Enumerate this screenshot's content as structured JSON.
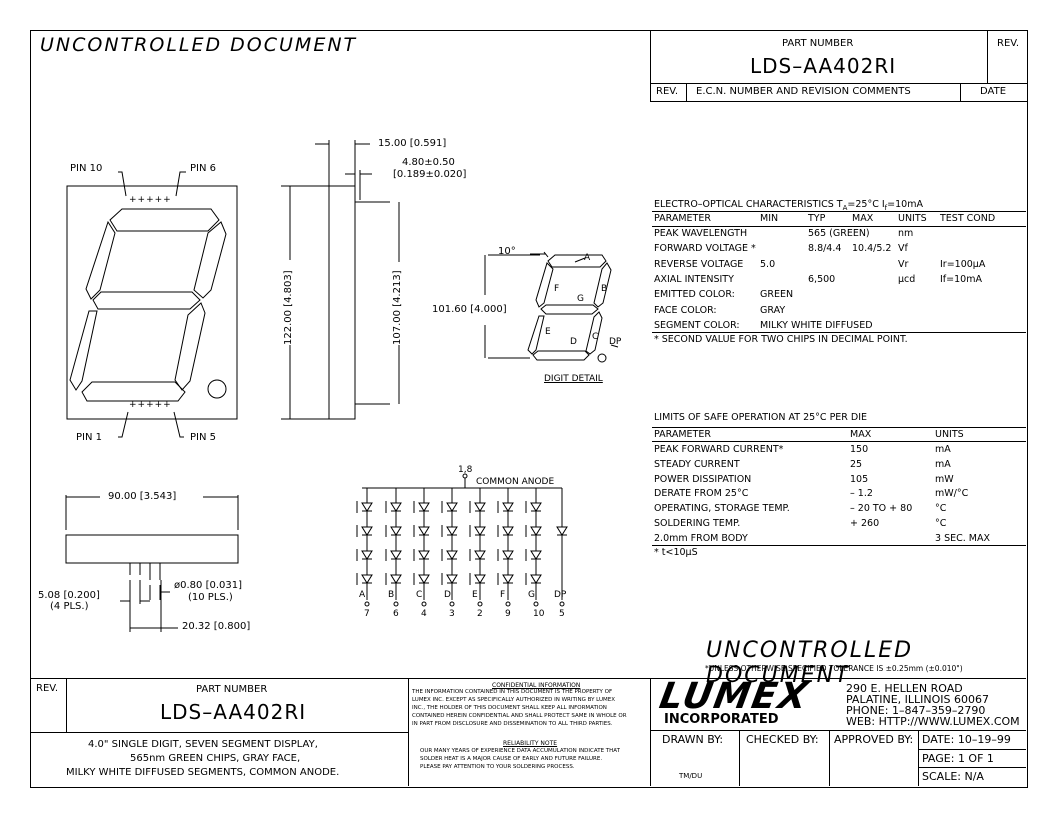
{
  "header": {
    "watermark": "UNCONTROLLED DOCUMENT",
    "part_number_label": "PART NUMBER",
    "part_number": "LDS–AA402RI",
    "rev_label": "REV.",
    "ecn_rev": "REV.",
    "ecn_comments": "E.C.N. NUMBER AND REVISION COMMENTS",
    "ecn_date": "DATE"
  },
  "front": {
    "pin10": "PIN 10",
    "pin6": "PIN 6",
    "pin1": "PIN 1",
    "pin5": "PIN 5"
  },
  "dims": {
    "d1": "15.00 [0.591]",
    "d2": "4.80±0.50",
    "d3": "[0.189±0.020]",
    "d4": "122.00 [4.803]",
    "d5": "107.00 [4.213]",
    "d6": "101.60 [4.000]",
    "d7": "10°",
    "d8": "90.00 [3.543]",
    "d9": "5.08 [0.200]",
    "d10": "(4 PLS.)",
    "d11": "ø0.80 [0.031]",
    "d12": "(10 PLS.)",
    "d13": "20.32 [0.800]"
  },
  "digit": {
    "title": "DIGIT DETAIL",
    "seg": [
      "A",
      "B",
      "C",
      "D",
      "E",
      "F",
      "G",
      "DP"
    ]
  },
  "circuit": {
    "anode_pin": "1,8",
    "anode_label": "COMMON ANODE",
    "labels": [
      "A",
      "B",
      "C",
      "D",
      "E",
      "F",
      "G",
      "DP"
    ],
    "pins": [
      "7",
      "6",
      "4",
      "3",
      "2",
      "9",
      "10",
      "5"
    ]
  },
  "eo": {
    "title": "ELECTRO–OPTICAL CHARACTERISTICS T",
    "title_sub": "A",
    "title_rest": "=25°C     I",
    "title_sub2": "f",
    "title_rest2": "=10mA",
    "headers": [
      "PARAMETER",
      "MIN",
      "TYP",
      "MAX",
      "UNITS",
      "TEST COND"
    ],
    "rows": [
      [
        "PEAK WAVELENGTH",
        "",
        "565 (GREEN)",
        "",
        "nm",
        ""
      ],
      [
        "FORWARD VOLTAGE *",
        "",
        "8.8/4.4",
        "10.4/5.2",
        "Vf",
        ""
      ],
      [
        "REVERSE VOLTAGE",
        "5.0",
        "",
        "",
        "Vr",
        "Ir=100µA"
      ],
      [
        "AXIAL INTENSITY",
        "",
        "6,500",
        "",
        "µcd",
        "If=10mA"
      ],
      [
        "EMITTED COLOR:",
        "GREEN",
        "",
        "",
        "",
        ""
      ],
      [
        "FACE COLOR:",
        "GRAY",
        "",
        "",
        "",
        ""
      ],
      [
        "SEGMENT COLOR:",
        "MILKY WHITE DIFFUSED",
        "",
        "",
        "",
        ""
      ]
    ],
    "note": "* SECOND VALUE FOR TWO CHIPS IN DECIMAL POINT."
  },
  "limits": {
    "title": "LIMITS OF SAFE OPERATION AT 25°C  PER DIE",
    "headers": [
      "PARAMETER",
      "MAX",
      "UNITS"
    ],
    "rows": [
      [
        "PEAK FORWARD CURRENT*",
        "150",
        "mA"
      ],
      [
        "STEADY CURRENT",
        "25",
        "mA"
      ],
      [
        "POWER DISSIPATION",
        "105",
        "mW"
      ],
      [
        "DERATE FROM 25°C",
        "– 1.2",
        "mW/°C"
      ],
      [
        "OPERATING, STORAGE TEMP.",
        "– 20 TO + 80",
        "°C"
      ],
      [
        "SOLDERING TEMP.",
        "+ 260",
        "°C"
      ],
      [
        "2.0mm FROM BODY",
        "",
        "3 SEC. MAX"
      ]
    ],
    "note": "* t<10µS"
  },
  "footer": {
    "watermark": "UNCONTROLLED DOCUMENT",
    "tolerance": "*UNLESS OTHERWISE SPECIFIED TOLERANCE IS ±0.25mm (±0.010\")",
    "rev_label": "REV.",
    "part_label": "PART NUMBER",
    "part_number": "LDS–AA402RI",
    "desc1": "4.0\" SINGLE DIGIT, SEVEN SEGMENT DISPLAY,",
    "desc2": "565nm GREEN CHIPS, GRAY FACE,",
    "desc3": "MILKY WHITE DIFFUSED SEGMENTS, COMMON ANODE.",
    "conf_title": "CONFIDENTIAL INFORMATION",
    "conf_text": [
      "THE INFORMATION CONTAINED IN THIS DOCUMENT IS THE PROPERTY OF",
      "LUMEX INC.  EXCEPT AS SPECIFICALLY AUTHORIZED IN WRITING BY LUMEX",
      "INC., THE HOLDER OF THIS DOCUMENT SHALL KEEP ALL INFORMATION",
      "CONTAINED HEREIN CONFIDENTIAL AND SHALL PROTECT SAME IN WHOLE OR",
      "IN PART FROM DISCLOSURE AND DISSEMINATION TO ALL THIRD PARTIES."
    ],
    "rel_title": "RELIABILITY NOTE",
    "rel_text": [
      "OUR MANY YEARS OF EXPERIENCE DATA ACCUMULATION INDICATE THAT",
      "SOLDER HEAT IS A MAJOR CAUSE OF EARLY AND FUTURE FAILURE.",
      "PLEASE PAY ATTENTION TO YOUR SOLDERING PROCESS."
    ],
    "logo": "LUMEX",
    "logo_sub": "INCORPORATED",
    "addr1": "290 E. HELLEN ROAD",
    "addr2": "PALATINE, ILLINOIS  60067",
    "addr3": "PHONE: 1–847–359–2790",
    "addr4": "WEB: HTTP://WWW.LUMEX.COM",
    "drawn": "DRAWN BY:",
    "checked": "CHECKED BY:",
    "approved": "APPROVED BY:",
    "drawn_val": "TM/DU",
    "date": "DATE: 10–19–99",
    "page": "PAGE:   1 OF 1",
    "scale": "SCALE:   N/A"
  }
}
